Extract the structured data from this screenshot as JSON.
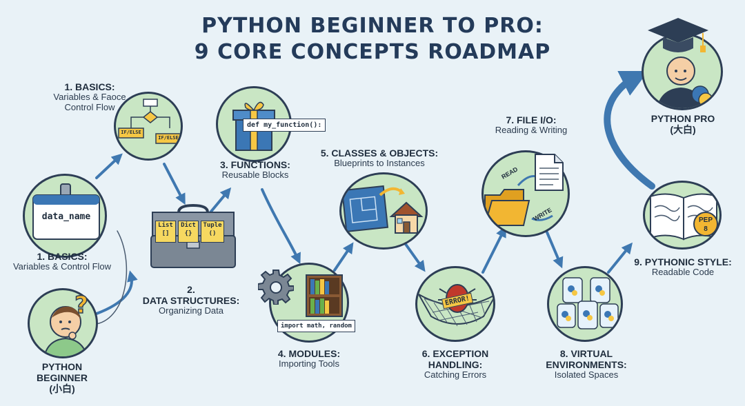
{
  "title": {
    "line1": "PYTHON BEGINNER TO PRO:",
    "line2": "9 CORE CONCEPTS ROADMAP"
  },
  "nodes": {
    "beginner": {
      "title_line1": "PYTHON",
      "title_line2": "BEGINNER",
      "title_line3": "(小白)"
    },
    "basics_lower": {
      "title": "1. BASICS:",
      "subtitle": "Variables & Control Flow",
      "tag_text": "data_name"
    },
    "basics_upper": {
      "title": "1. BASICS:",
      "subtitle_line1": "Variables & Faoce",
      "subtitle_line2": "Control Flow",
      "decision1": "IF/ELSE",
      "decision2": "IF/ELSE"
    },
    "data_structures": {
      "title_line1": "2.",
      "title_line2": "DATA STRUCTURES:",
      "subtitle": "Organizing Data",
      "slot1": "List",
      "slot1_sym": "[]",
      "slot2": "Dict",
      "slot2_sym": "{}",
      "slot3": "Tuple",
      "slot3_sym": "()"
    },
    "functions": {
      "title": "3. FUNCTIONS:",
      "subtitle": "Reusable Blocks",
      "code_tag": "def my_function():"
    },
    "modules": {
      "title": "4. MODULES:",
      "subtitle": "Importing Tools",
      "code_tag": "import math, random"
    },
    "classes": {
      "title": "5. CLASSES & OBJECTS:",
      "subtitle": "Blueprints to Instances"
    },
    "exceptions": {
      "title_line1": "6. EXCEPTION",
      "title_line2": "HANDLING:",
      "subtitle": "Catching Errors",
      "bug_text": "ERROR!"
    },
    "file_io": {
      "title": "7. FILE I/O:",
      "subtitle": "Reading & Writing",
      "read_text": "READ",
      "write_text": "WRITE"
    },
    "venv": {
      "title_line1": "8. VIRTUAL",
      "title_line2": "ENVIRONMENTS:",
      "subtitle": "Isolated Spaces"
    },
    "pythonic": {
      "title": "9. PYTHONIC STYLE:",
      "subtitle": "Readable Code",
      "seal_line1": "PEP",
      "seal_line2": "8"
    },
    "pro": {
      "title_line1": "PYTHON PRO",
      "title_line2": "(大白)"
    }
  },
  "colors": {
    "background": "#e9f2f7",
    "node_fill": "#c9e6c4",
    "outline": "#2d3e55",
    "arrow": "#3f78b0",
    "title": "#243b5a",
    "folder": "#f2b632",
    "python_blue": "#3b77b5",
    "python_yellow": "#f6c744"
  },
  "icons": [
    "thinking-face-icon",
    "question-mark-icon",
    "name-tag-icon",
    "flowchart-icon",
    "toolbox-icon",
    "gift-box-icon",
    "gear-icon",
    "bookshelf-icon",
    "blueprint-icon",
    "house-icon",
    "bug-net-icon",
    "folder-icon",
    "document-icon",
    "python-jar-icon",
    "open-book-icon",
    "graduation-cap-icon"
  ]
}
